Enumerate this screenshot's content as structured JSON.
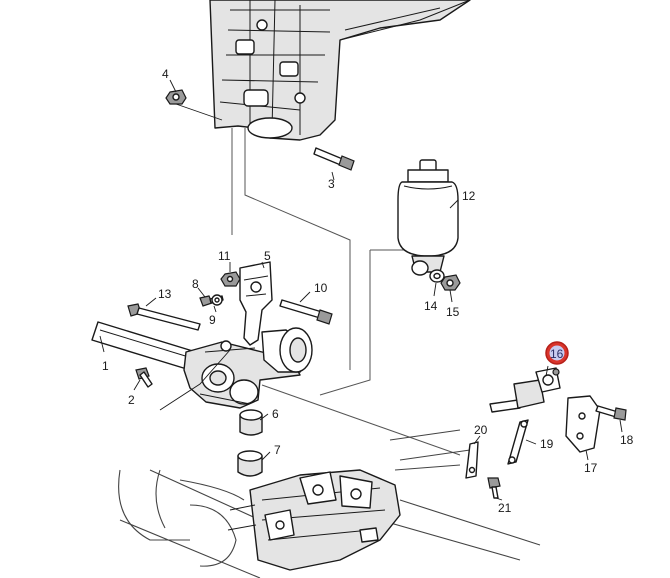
{
  "highlight_color": "#d9342b",
  "callouts": [
    {
      "id": "1",
      "label": "1"
    },
    {
      "id": "2",
      "label": "2"
    },
    {
      "id": "3",
      "label": "3"
    },
    {
      "id": "4",
      "label": "4"
    },
    {
      "id": "5",
      "label": "5"
    },
    {
      "id": "6",
      "label": "6"
    },
    {
      "id": "7",
      "label": "7"
    },
    {
      "id": "8",
      "label": "8"
    },
    {
      "id": "9",
      "label": "9"
    },
    {
      "id": "10",
      "label": "10"
    },
    {
      "id": "11",
      "label": "11"
    },
    {
      "id": "12",
      "label": "12"
    },
    {
      "id": "13",
      "label": "13"
    },
    {
      "id": "14",
      "label": "14"
    },
    {
      "id": "15",
      "label": "15"
    },
    {
      "id": "16",
      "label": "16",
      "highlighted": true
    },
    {
      "id": "17",
      "label": "17"
    },
    {
      "id": "18",
      "label": "18"
    },
    {
      "id": "19",
      "label": "19"
    },
    {
      "id": "20",
      "label": "20"
    },
    {
      "id": "21",
      "label": "21"
    }
  ]
}
